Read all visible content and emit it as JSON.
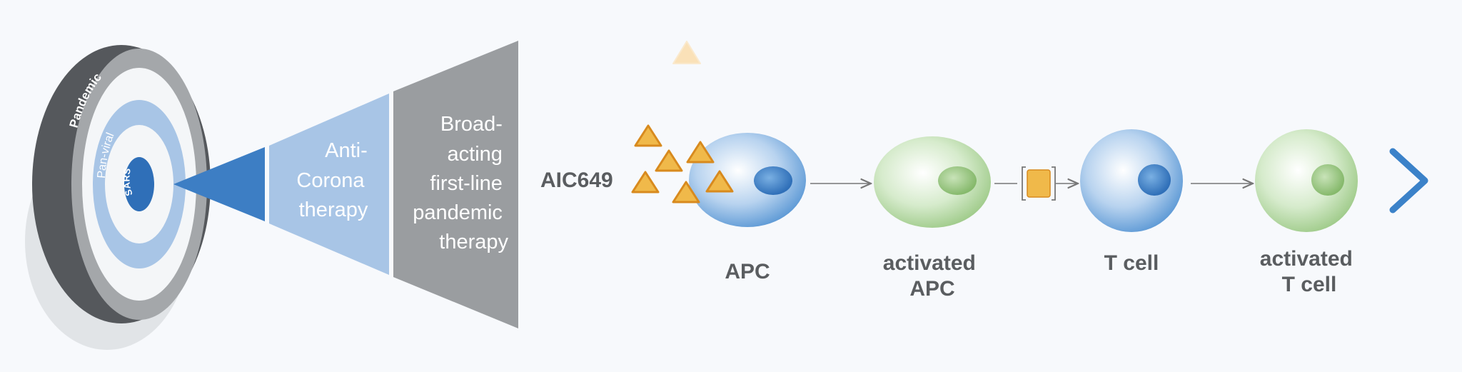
{
  "target": {
    "ring_labels": [
      "Pandemic",
      "Pan-viral",
      "SARS"
    ]
  },
  "funnel": {
    "mid_text": [
      "Anti-",
      "Corona",
      "therapy"
    ],
    "big_text": [
      "Broad-",
      "acting",
      "first-line",
      "pandemic",
      "therapy"
    ]
  },
  "pathway": {
    "compound_label": "AIC649",
    "cells": [
      {
        "label": [
          "APC"
        ],
        "type": "apc"
      },
      {
        "label": [
          "activated",
          "APC"
        ],
        "type": "activated-apc"
      },
      {
        "label": [
          "T cell"
        ],
        "type": "t-cell"
      },
      {
        "label": [
          "activated",
          "T cell"
        ],
        "type": "activated-t-cell"
      }
    ]
  },
  "colors": {
    "dark_gray": "#5d6064",
    "mid_gray": "#9a9da0",
    "light_blue": "#a8c5e6",
    "blue": "#3d7ec4",
    "green": "#9fcd8c",
    "orange": "#f0b94a",
    "arrow_blue": "#3b82c9"
  }
}
